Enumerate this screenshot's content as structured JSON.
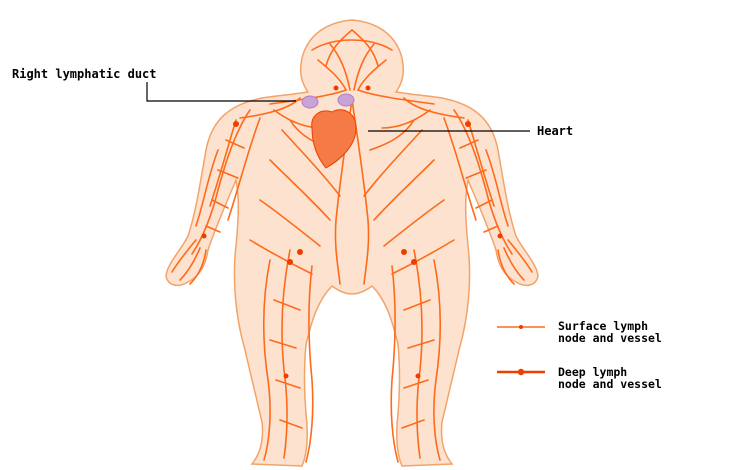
{
  "labels": {
    "right_lymphatic_duct": "Right lymphatic duct",
    "heart": "Heart"
  },
  "legend": {
    "surface": {
      "line1": "Surface lymph",
      "line2": "node and vessel"
    },
    "deep": {
      "line1": "Deep lymph",
      "line2": "node and vessel"
    }
  },
  "colors": {
    "skin": "#fde3cf",
    "skin_outline": "#f2a36a",
    "vessel": "#ff6a1a",
    "vessel_deep": "#ee3d00",
    "heart": "#f57a45",
    "duct": "#c9a2d8",
    "line": "#000000"
  }
}
